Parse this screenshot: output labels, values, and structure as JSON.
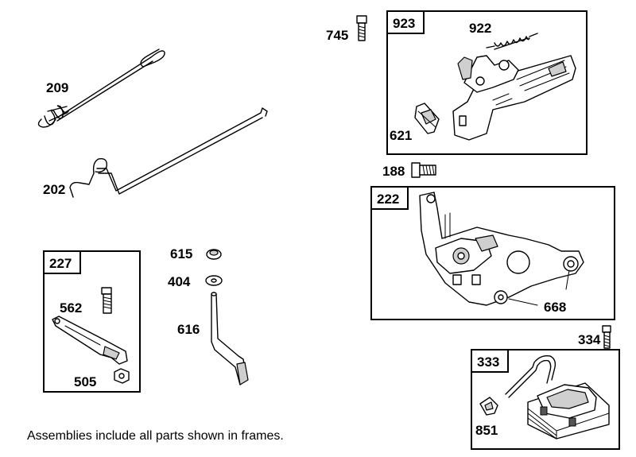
{
  "parts": {
    "p209": "209",
    "p202": "202",
    "p745": "745",
    "p923": "923",
    "p922": "922",
    "p621": "621",
    "p188": "188",
    "p222": "222",
    "p668": "668",
    "p227": "227",
    "p562": "562",
    "p505": "505",
    "p615": "615",
    "p404": "404",
    "p616": "616",
    "p334": "334",
    "p333": "333",
    "p851": "851"
  },
  "caption": "Assemblies include all parts shown in frames."
}
